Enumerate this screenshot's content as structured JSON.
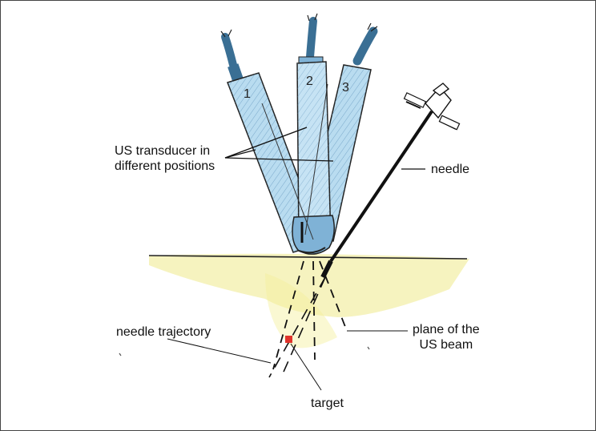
{
  "labels": {
    "transducer": [
      "US transducer in",
      "different positions"
    ],
    "needle": "needle",
    "needle_trajectory": "needle trajectory",
    "plane": [
      "plane of the",
      "US beam"
    ],
    "target": "target"
  },
  "positions": [
    "1",
    "2",
    "3"
  ],
  "colors": {
    "probe_fill": "#b9dcf0",
    "probe_shade": "#7fb2d6",
    "cable": "#3a6f94",
    "skin": "#efe98a",
    "target": "#e0332b",
    "ink": "#111111"
  }
}
